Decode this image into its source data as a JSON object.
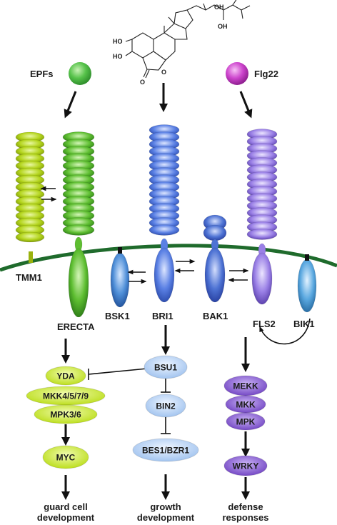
{
  "ligands": {
    "epfs": "EPFs",
    "flg22": "Flg22",
    "brassinosteroid": {
      "oh1": "OH",
      "oh2": "OH",
      "ho1": "HO",
      "ho2": "HO",
      "o_lactone": "O",
      "o_carbonyl": "O"
    }
  },
  "receptors": {
    "tmm1": "TMM1",
    "erecta": "ERECTA",
    "bsk1": "BSK1",
    "bri1": "BRI1",
    "bak1": "BAK1",
    "fls2": "FLS2",
    "bik1": "BIK1"
  },
  "pathway_left": {
    "nodes": [
      "YDA",
      "MKK4/5/7/9",
      "MPK3/6",
      "MYC"
    ],
    "outcome_line1": "guard cell",
    "outcome_line2": "development"
  },
  "pathway_middle": {
    "nodes": [
      "BSU1",
      "BIN2",
      "BES1/BZR1"
    ],
    "outcome_line1": "growth",
    "outcome_line2": "development"
  },
  "pathway_right": {
    "nodes": [
      "MEKK",
      "MKK",
      "MPK",
      "WRKY"
    ],
    "outcome_line1": "defense",
    "outcome_line2": "responses"
  },
  "colors": {
    "membrane": "#1f6b2c",
    "tmm1": "#b6d61e",
    "erecta": "#62c033",
    "bri1": "#5b82e6",
    "bak1": "#4f74d6",
    "fls2": "#9a80e6",
    "bsk1": "#4f8fd8",
    "bik1": "#5aa8e0",
    "epfs_ball": "#4cc24a",
    "flg22_ball": "#c641c8",
    "left_pill": "#c6e61e",
    "middle_pill": "#b6d2f4",
    "right_pill": "#7a4ecb"
  }
}
